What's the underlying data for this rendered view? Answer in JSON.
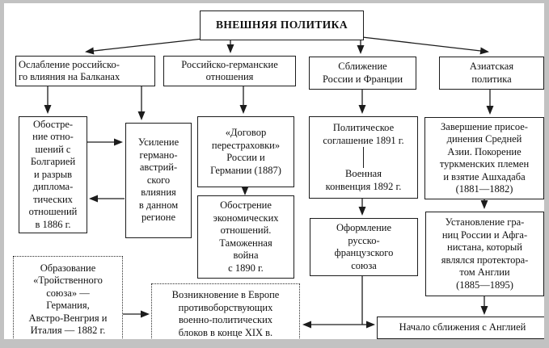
{
  "title": "ВНЕШНЯЯ ПОЛИТИКА",
  "nodes": {
    "balkans_head": "Ослабление российско-\nго влияния на Балканах",
    "balkans_bulgaria": "Обостре-\nние отно-\nшений с\nБолгарией\nи разрыв\nдиплома-\nтических\nотношений\nв 1886 г.",
    "balkans_german_austrian": "Усиление\nгермано-\nавстрий-\nского\nвлияния\nв данном\nрегионе",
    "german_head": "Российско-германские\nотношения",
    "german_treaty": "«Договор\nперестраховки»\nРоссии и\nГермании (1887)",
    "german_economic": "Обострение\nэкономических\nотношений.\nТаможенная\nвойна\nс 1890 г.",
    "france_head": "Сближение\nРоссии и Франции",
    "france_political": "Политическое\nсоглашение 1891 г.",
    "france_military": "Военная\nконвенция 1892 г.",
    "france_union": "Оформление\nрусско-\nфранцузского\nсоюза",
    "asia_head": "Азиатская\nполитика",
    "asia_central": "Завершение присое-\nдинения Средней\nАзии. Покорение\nтуркменских племен\nи взятие Ашхадаба\n(1881—1882)",
    "asia_afghan": "Установление гра-\nниц России и Афга-\nнистана, который\nявлялся протектора-\nтом Англии\n(1885—1895)",
    "triple_alliance": "Образование\n«Тройственного\nсоюза» —\nГермания,\nАвстро-Венгрия и\nИталия — 1882 г.",
    "europe_blocs": "Возникновение в Европе\nпротивоборствующих\nвоенно-политических\nблоков в конце XIX в.",
    "england": "Начало сближения с Англией"
  },
  "colors": {
    "line": "#1c1c1c",
    "frame": "#c2c2c2",
    "background": "#ffffff",
    "text": "#111111"
  }
}
